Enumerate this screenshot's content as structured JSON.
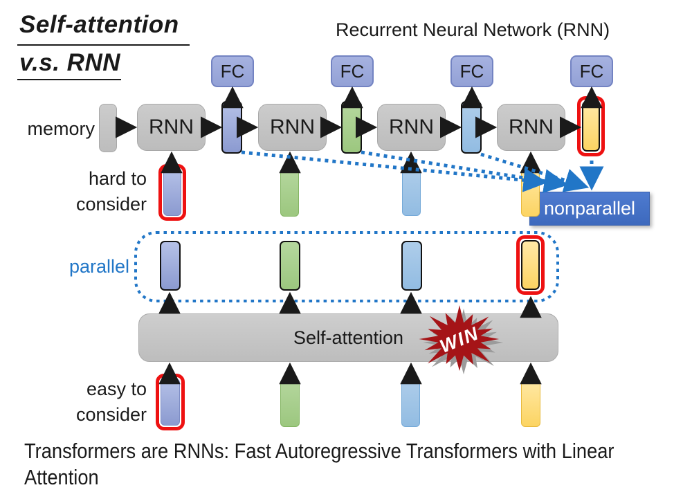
{
  "slide": {
    "title_line1": "Self-attention",
    "title_line2": "v.s. RNN",
    "rnn_heading": "Recurrent Neural Network (RNN)",
    "caption_line1": "Transformers are RNNs: Fast Autoregressive Transformers with Linear",
    "caption_line2": "Attention"
  },
  "labels": {
    "memory": "memory",
    "hard_line1": "hard to",
    "hard_line2": "consider",
    "easy_line1": "easy to",
    "easy_line2": "consider",
    "parallel": "parallel",
    "nonparallel": "nonparallel",
    "win_badge": "WIN",
    "self_attention_block": "Self-attention"
  },
  "rnn_row": {
    "rnn_boxes": [
      "RNN",
      "RNN",
      "RNN",
      "RNN"
    ],
    "fc_boxes": [
      "FC",
      "FC",
      "FC",
      "FC"
    ]
  },
  "token_bars": {
    "order": [
      "purple",
      "green",
      "lightblue",
      "orange"
    ],
    "red_highlighted": [
      "rnn-output-bar-4",
      "rnn-input-bar-1",
      "parallel-bar-4",
      "attention-input-bar-1"
    ]
  },
  "colors": {
    "accent_blue_dotted": "#2176C7",
    "red_highlight": "#EE1111",
    "nonparallel_fill": "#4472C4",
    "win_red": "#A51417",
    "bar_purple": "#8FAADC",
    "bar_green": "#A9D18E",
    "bar_lightblue": "#9DC3E6",
    "bar_orange": "#FFD966",
    "gray_box": "#BFBFBF",
    "fc_fill": "#9AA6DA"
  }
}
